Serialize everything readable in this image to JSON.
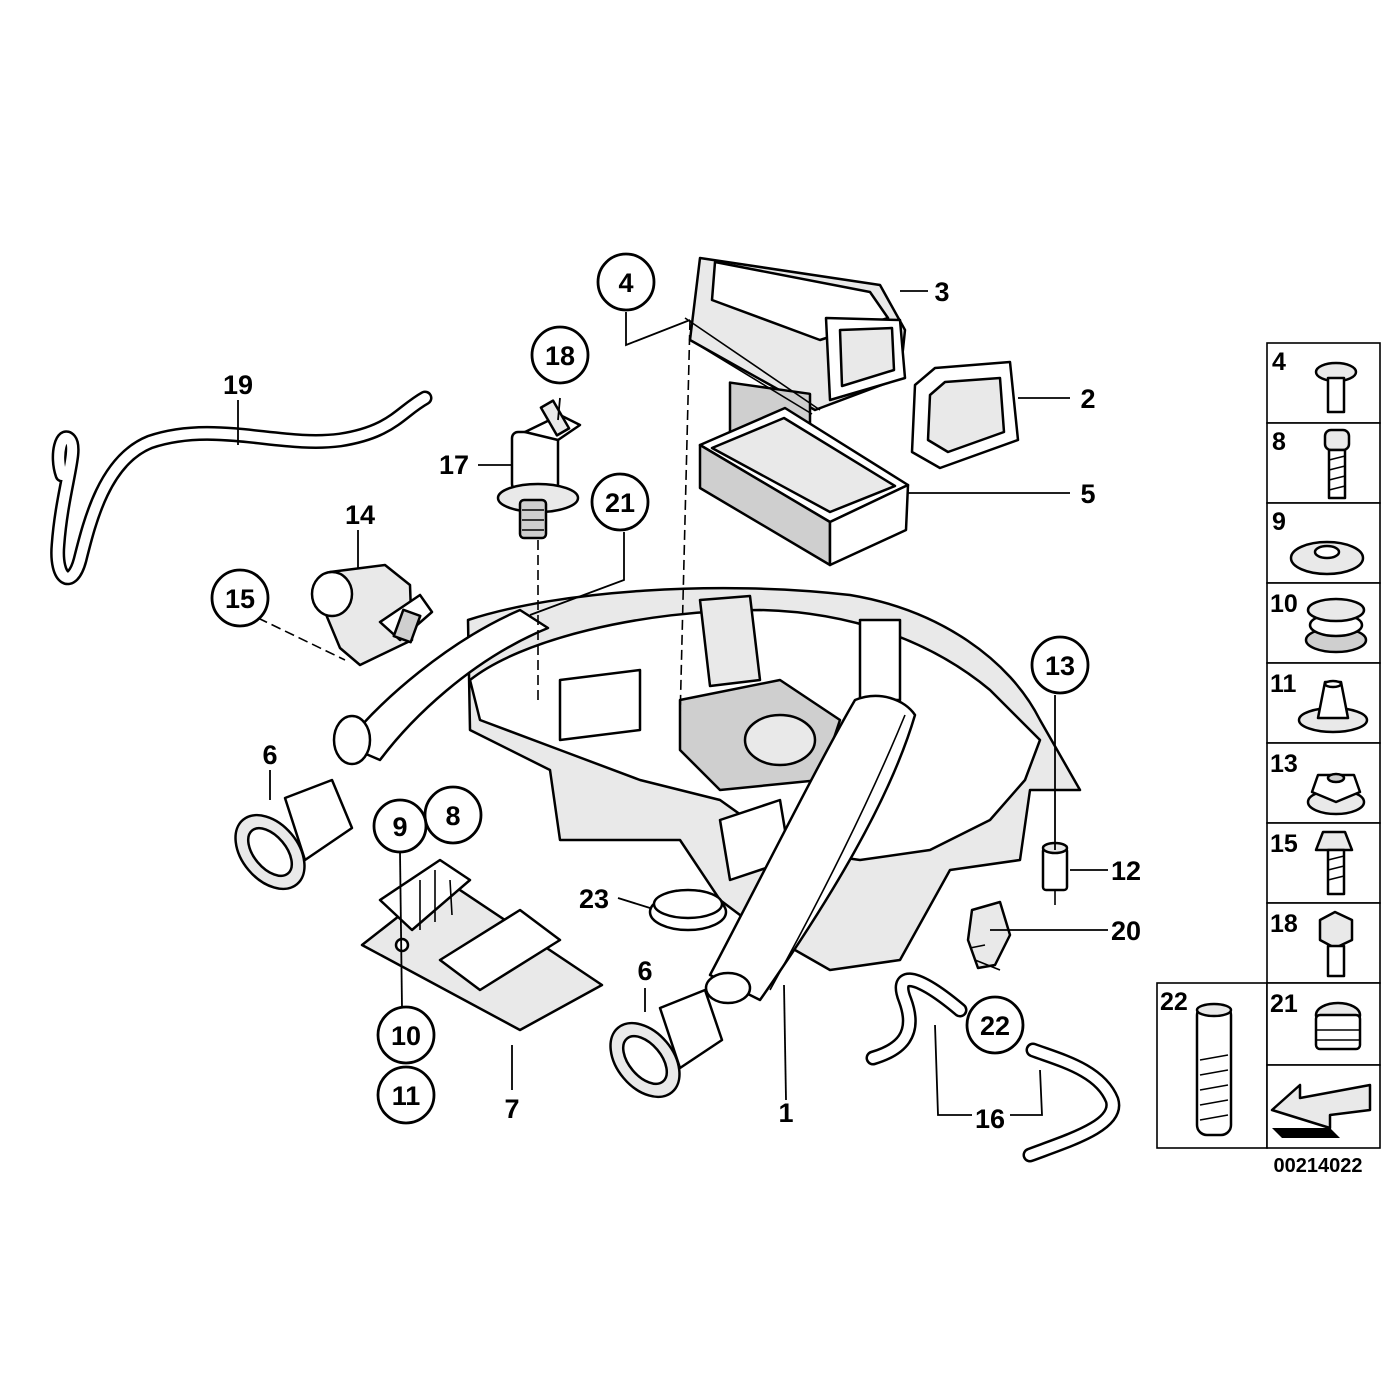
{
  "diagram": {
    "reference_number": "00214022",
    "callouts": [
      {
        "id": "c1",
        "label": "1",
        "circled": false
      },
      {
        "id": "c2",
        "label": "2",
        "circled": false
      },
      {
        "id": "c3",
        "label": "3",
        "circled": false
      },
      {
        "id": "c4",
        "label": "4",
        "circled": true
      },
      {
        "id": "c5",
        "label": "5",
        "circled": false
      },
      {
        "id": "c6a",
        "label": "6",
        "circled": false
      },
      {
        "id": "c6b",
        "label": "6",
        "circled": false
      },
      {
        "id": "c7",
        "label": "7",
        "circled": false
      },
      {
        "id": "c8",
        "label": "8",
        "circled": true
      },
      {
        "id": "c9",
        "label": "9",
        "circled": true
      },
      {
        "id": "c10",
        "label": "10",
        "circled": true
      },
      {
        "id": "c11",
        "label": "11",
        "circled": true
      },
      {
        "id": "c12",
        "label": "12",
        "circled": false
      },
      {
        "id": "c13",
        "label": "13",
        "circled": true
      },
      {
        "id": "c14",
        "label": "14",
        "circled": false
      },
      {
        "id": "c15",
        "label": "15",
        "circled": true
      },
      {
        "id": "c16",
        "label": "16",
        "circled": false
      },
      {
        "id": "c17",
        "label": "17",
        "circled": false
      },
      {
        "id": "c18",
        "label": "18",
        "circled": true
      },
      {
        "id": "c19",
        "label": "19",
        "circled": false
      },
      {
        "id": "c20",
        "label": "20",
        "circled": false
      },
      {
        "id": "c21",
        "label": "21",
        "circled": true
      },
      {
        "id": "c22",
        "label": "22",
        "circled": true
      },
      {
        "id": "c23",
        "label": "23",
        "circled": false
      }
    ],
    "hardware_table": [
      {
        "label": "4",
        "part": "screw"
      },
      {
        "label": "8",
        "part": "screw"
      },
      {
        "label": "9",
        "part": "washer"
      },
      {
        "label": "10",
        "part": "grommet"
      },
      {
        "label": "11",
        "part": "rubber-mount"
      },
      {
        "label": "13",
        "part": "nut"
      },
      {
        "label": "15",
        "part": "screw"
      },
      {
        "label": "18",
        "part": "hex-bolt"
      },
      {
        "label": "21",
        "part": "plug"
      },
      {
        "label": "22",
        "part": "sleeve"
      }
    ],
    "colors": {
      "line": "#000000",
      "background": "#ffffff",
      "shade": "#e9e9e9"
    }
  }
}
